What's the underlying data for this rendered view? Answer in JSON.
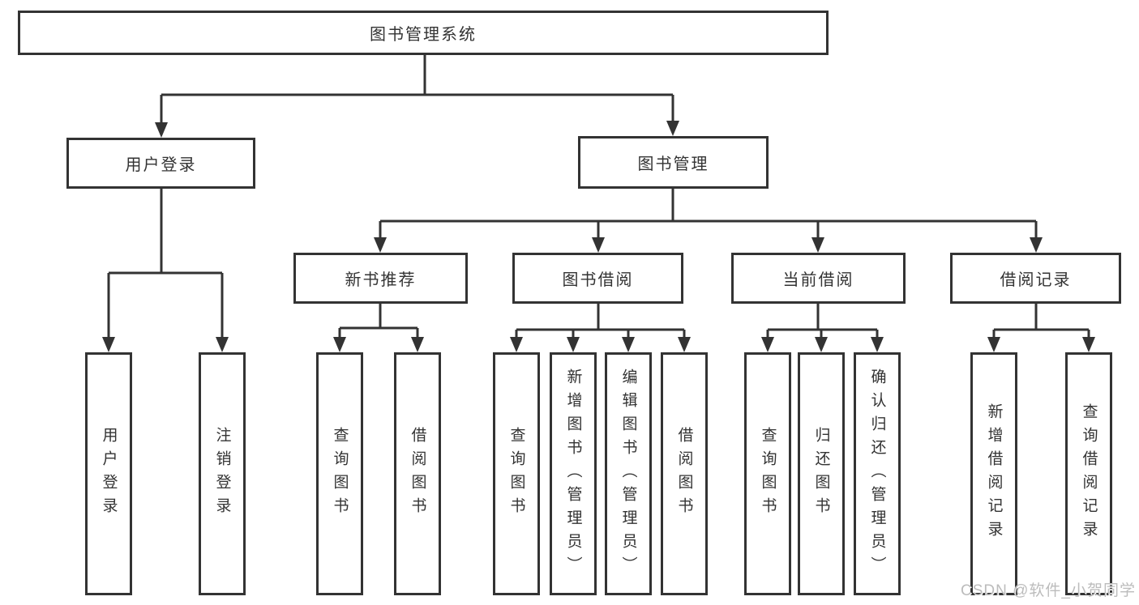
{
  "diagram": {
    "root": {
      "label": "图书管理系统",
      "children": [
        {
          "label": "用户登录",
          "children": [
            {
              "label": "用户登录"
            },
            {
              "label": "注销登录"
            }
          ]
        },
        {
          "label": "图书管理",
          "children": [
            {
              "label": "新书推荐",
              "children": [
                {
                  "label": "查询图书"
                },
                {
                  "label": "借阅图书"
                }
              ]
            },
            {
              "label": "图书借阅",
              "children": [
                {
                  "label": "查询图书"
                },
                {
                  "label": "新增图书（管理员）"
                },
                {
                  "label": "编辑图书（管理员）"
                },
                {
                  "label": "借阅图书"
                }
              ]
            },
            {
              "label": "当前借阅",
              "children": [
                {
                  "label": "查询图书"
                },
                {
                  "label": "归还图书"
                },
                {
                  "label": "确认归还（管理员）"
                }
              ]
            },
            {
              "label": "借阅记录",
              "children": [
                {
                  "label": "新增借阅记录"
                },
                {
                  "label": "查询借阅记录"
                }
              ]
            }
          ]
        }
      ]
    }
  },
  "watermark": {
    "text": "CSDN @软件_小贺同学"
  },
  "colors": {
    "line": "#333333",
    "text": "#333333",
    "background": "#ffffff",
    "watermark": "#bcbcbc"
  }
}
